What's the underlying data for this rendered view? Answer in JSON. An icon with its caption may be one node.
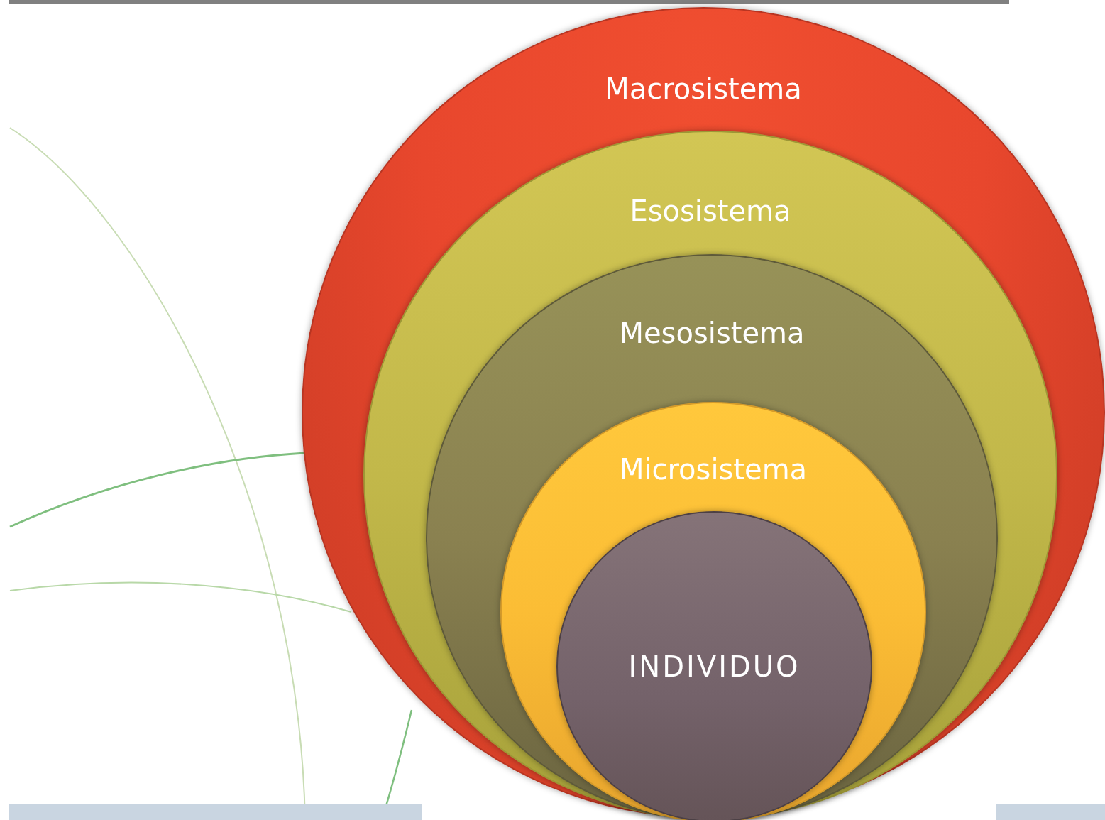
{
  "diagram": {
    "nodes": [
      {
        "text": [
          "Macrosistema"
        ]
      },
      {
        "text": [
          "Esosistema"
        ],
        "in": 0
      },
      {
        "text": [
          "Mesosistema"
        ],
        "in": 1
      },
      {
        "text": [
          "Microsistema"
        ],
        "in": 2
      },
      {
        "text": [
          "INDIVIDUO"
        ],
        "in": 3
      }
    ]
  }
}
